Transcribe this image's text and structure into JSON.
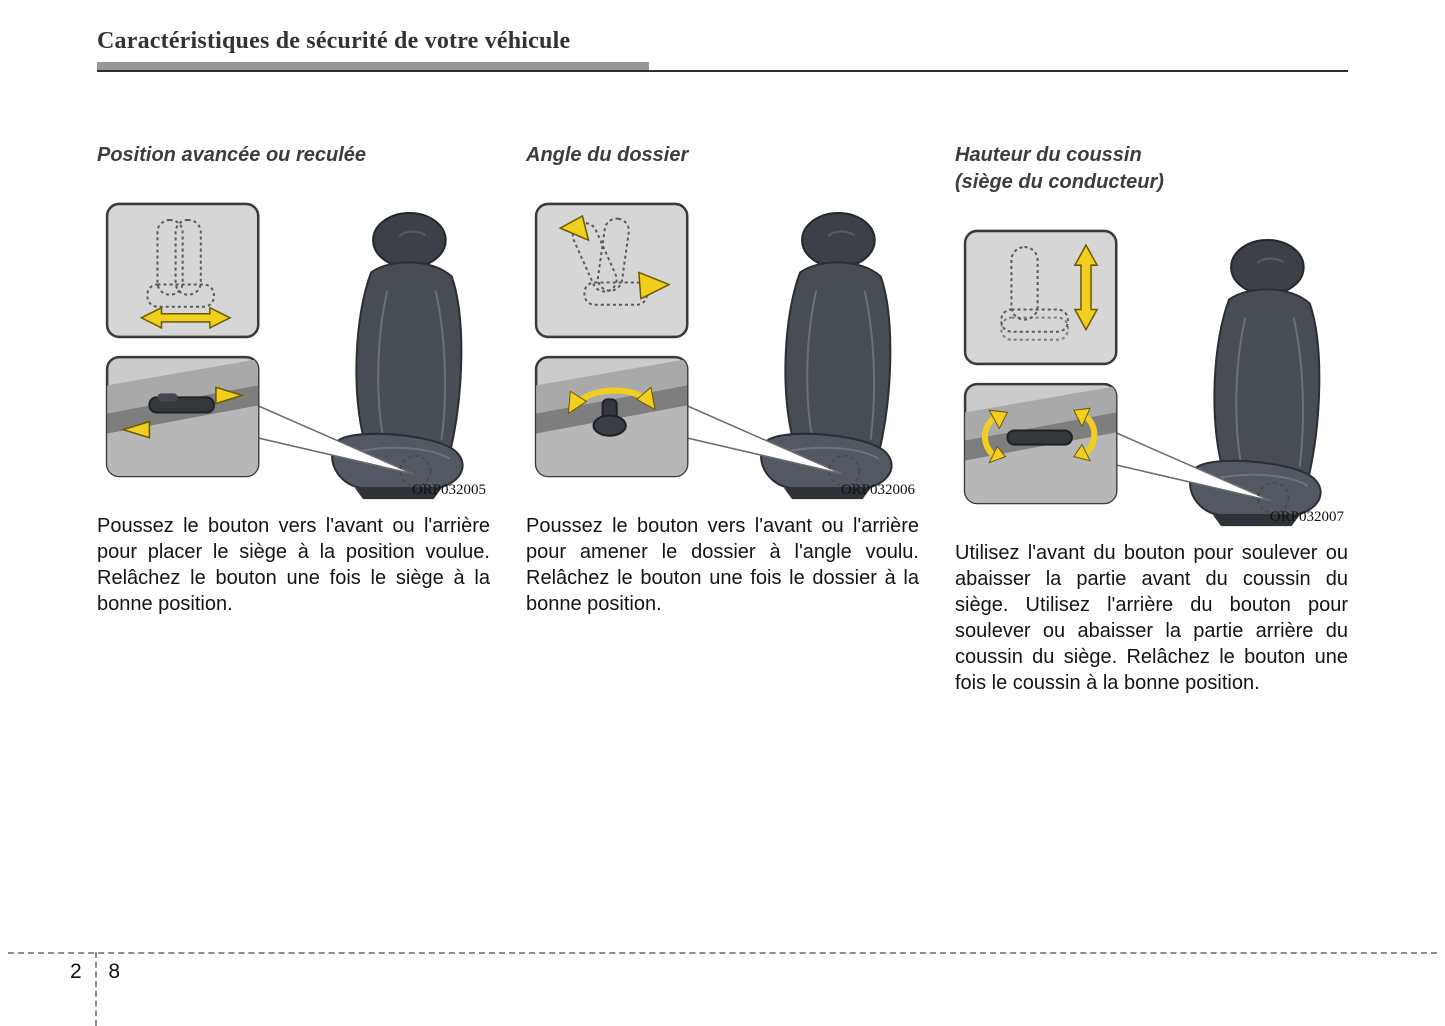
{
  "page": {
    "title": "Caractéristiques de sécurité de votre véhicule",
    "page_number": {
      "chapter": "2",
      "page": "8"
    }
  },
  "sections": [
    {
      "heading": "Position avancée ou reculée",
      "image_code": "ORP032005",
      "body": "Poussez le bouton vers l'avant ou l'arrière pour placer le siège à la position voulue. Relâchez le bouton une fois le siège à la bonne position."
    },
    {
      "heading": "Angle du dossier",
      "image_code": "ORP032006",
      "body": "Poussez le bouton vers l'avant ou l'arrière pour amener le dossier à l'angle voulu. Relâchez le bouton une fois le dossier à la bonne position."
    },
    {
      "heading": "Hauteur du coussin",
      "subheading": "(siège du conducteur)",
      "image_code": "ORP032007",
      "body": "Utilisez l'avant du bouton pour soulever ou abaisser la partie avant du coussin du siège. Utilisez l'arrière du bouton pour soulever ou abaisser la partie arrière du coussin du siège. Relâchez le bouton une fois le coussin à la bonne position."
    }
  ],
  "colors": {
    "arrow_yellow": "#f2cf1e",
    "title_rule_gray": "#979797",
    "seat_dark": "#484d54",
    "inset_gray": "#d6d6d6"
  }
}
